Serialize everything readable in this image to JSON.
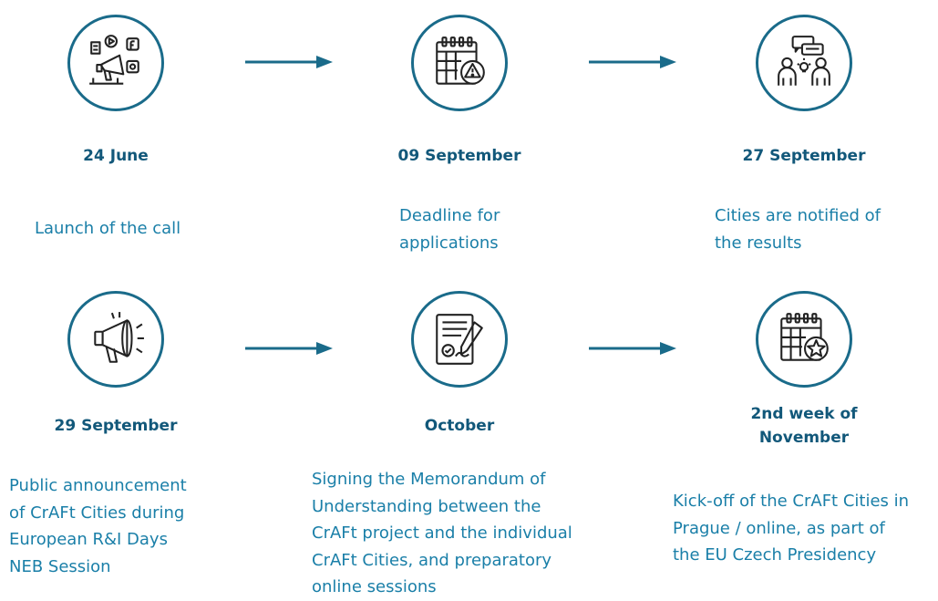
{
  "colors": {
    "accent": "#1a6b8a",
    "date_text": "#12587a",
    "desc_text": "#1a7fa8"
  },
  "steps": [
    {
      "icon": "social-media-megaphone-icon",
      "date": "24 June",
      "description": "Launch of the call"
    },
    {
      "icon": "calendar-warning-icon",
      "date": "09 September",
      "description": "Deadline for\napplications"
    },
    {
      "icon": "people-meeting-icon",
      "date": "27 September",
      "description": "Cities are notified of\nthe results"
    },
    {
      "icon": "megaphone-icon",
      "date": "29 September",
      "description": "Public announcement\nof CrAFt Cities during\nEuropean R&I Days\nNEB Session"
    },
    {
      "icon": "signed-document-icon",
      "date": "October",
      "description": "Signing the Memorandum of\nUnderstanding between the\nCrAFt project and the individual\nCrAFt Cities, and preparatory\nonline sessions"
    },
    {
      "icon": "calendar-star-icon",
      "date": "2nd week of\nNovember",
      "description": "Kick-off of the CrAFt Cities in\nPrague / online, as part of\nthe EU Czech Presidency"
    }
  ]
}
